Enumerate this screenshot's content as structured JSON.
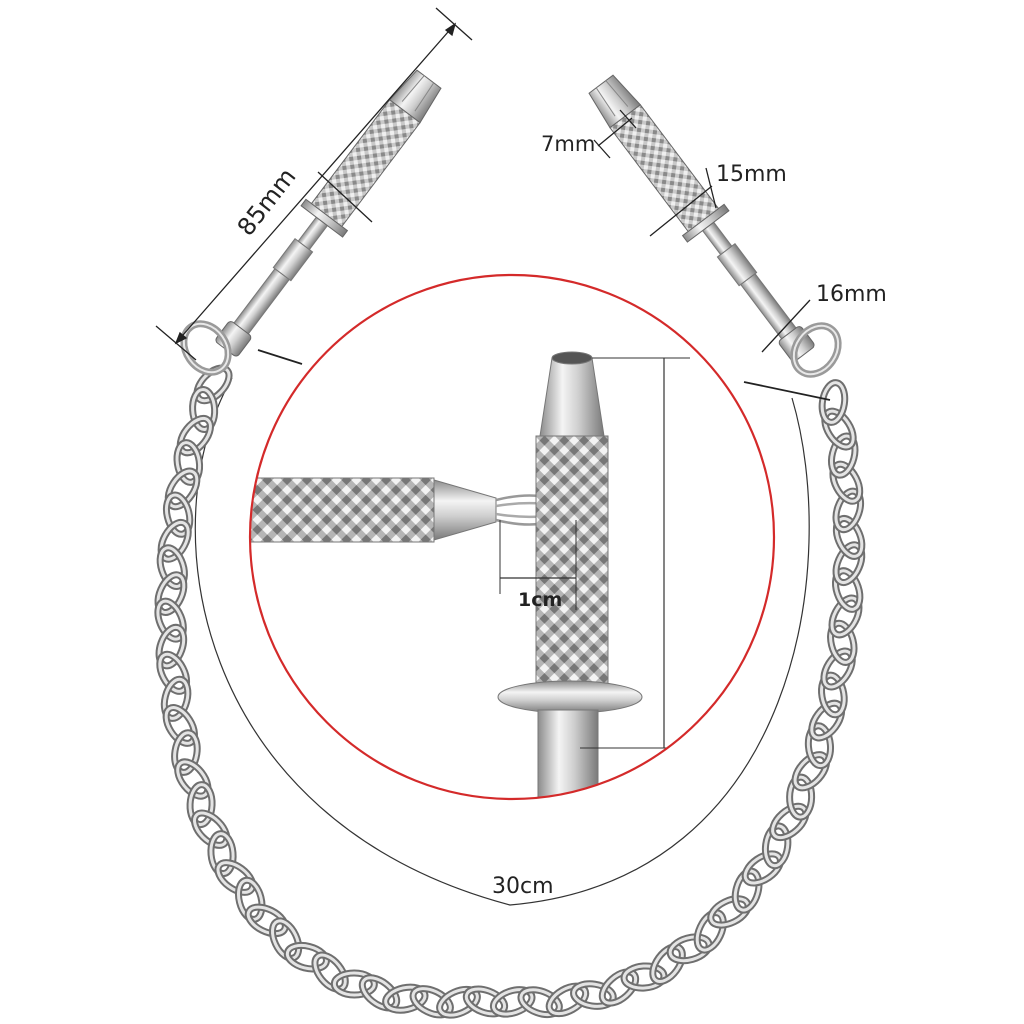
{
  "dimensions": {
    "tool_length": "85mm",
    "grip_diameter": "7mm",
    "flange_diameter": "15mm",
    "ring_diameter": "16mm",
    "claw_opening": "1cm",
    "chain_length": "30cm"
  },
  "colors": {
    "circle_outline": "#d42a2a",
    "metal_light": "#f2f2f2",
    "metal_mid": "#b9b9b9",
    "metal_dark": "#6f6f6f",
    "dimension_line": "#222222"
  }
}
